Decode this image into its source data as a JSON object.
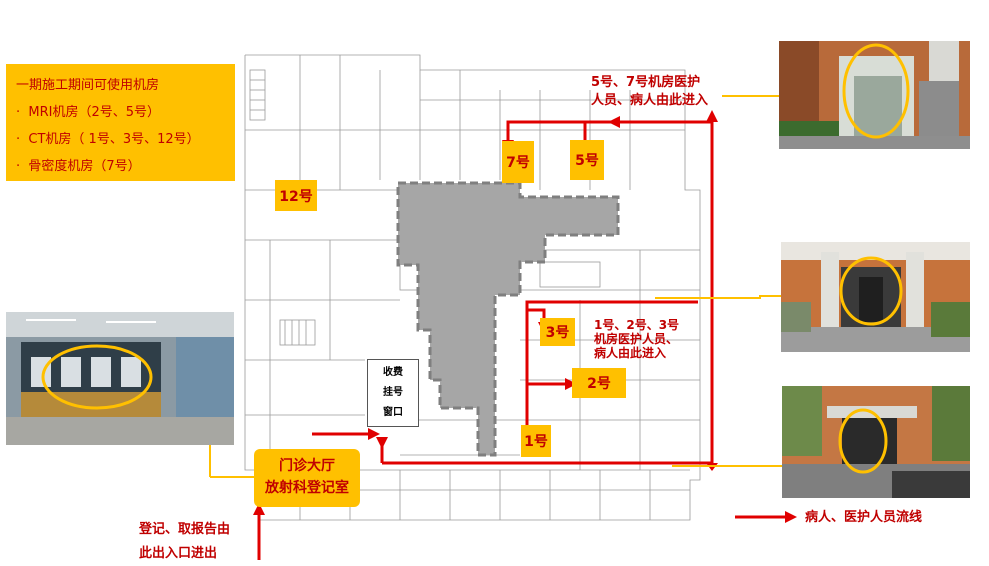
{
  "legend": {
    "title": "一期施工期间可使用机房",
    "items": [
      "MRI机房（2号、5号）",
      "CT机房（ 1号、3号、12号）",
      "骨密度机房（7号）"
    ],
    "bullet": "·"
  },
  "rooms": {
    "r12": "12号",
    "r7": "7号",
    "r5": "5号",
    "r3": "3号",
    "r2": "2号",
    "r1": "1号"
  },
  "annotations": {
    "entry_57": [
      "5号、7号机房医护",
      "人员、病人由此进入"
    ],
    "entry_123": [
      "1号、2号、3号",
      "机房医护人员、",
      "病人由此进入"
    ],
    "entry_main": [
      "登记、取报告由",
      "此出入口进出"
    ]
  },
  "cashier": [
    "收费",
    "挂号",
    "窗口"
  ],
  "hall": [
    "门诊大厅",
    "放射科登记室"
  ],
  "flow_legend": "病人、医护人员流线",
  "colors": {
    "flow_red": "#e00000",
    "highlight_gold": "#ffc000",
    "text_red": "#c00000"
  }
}
